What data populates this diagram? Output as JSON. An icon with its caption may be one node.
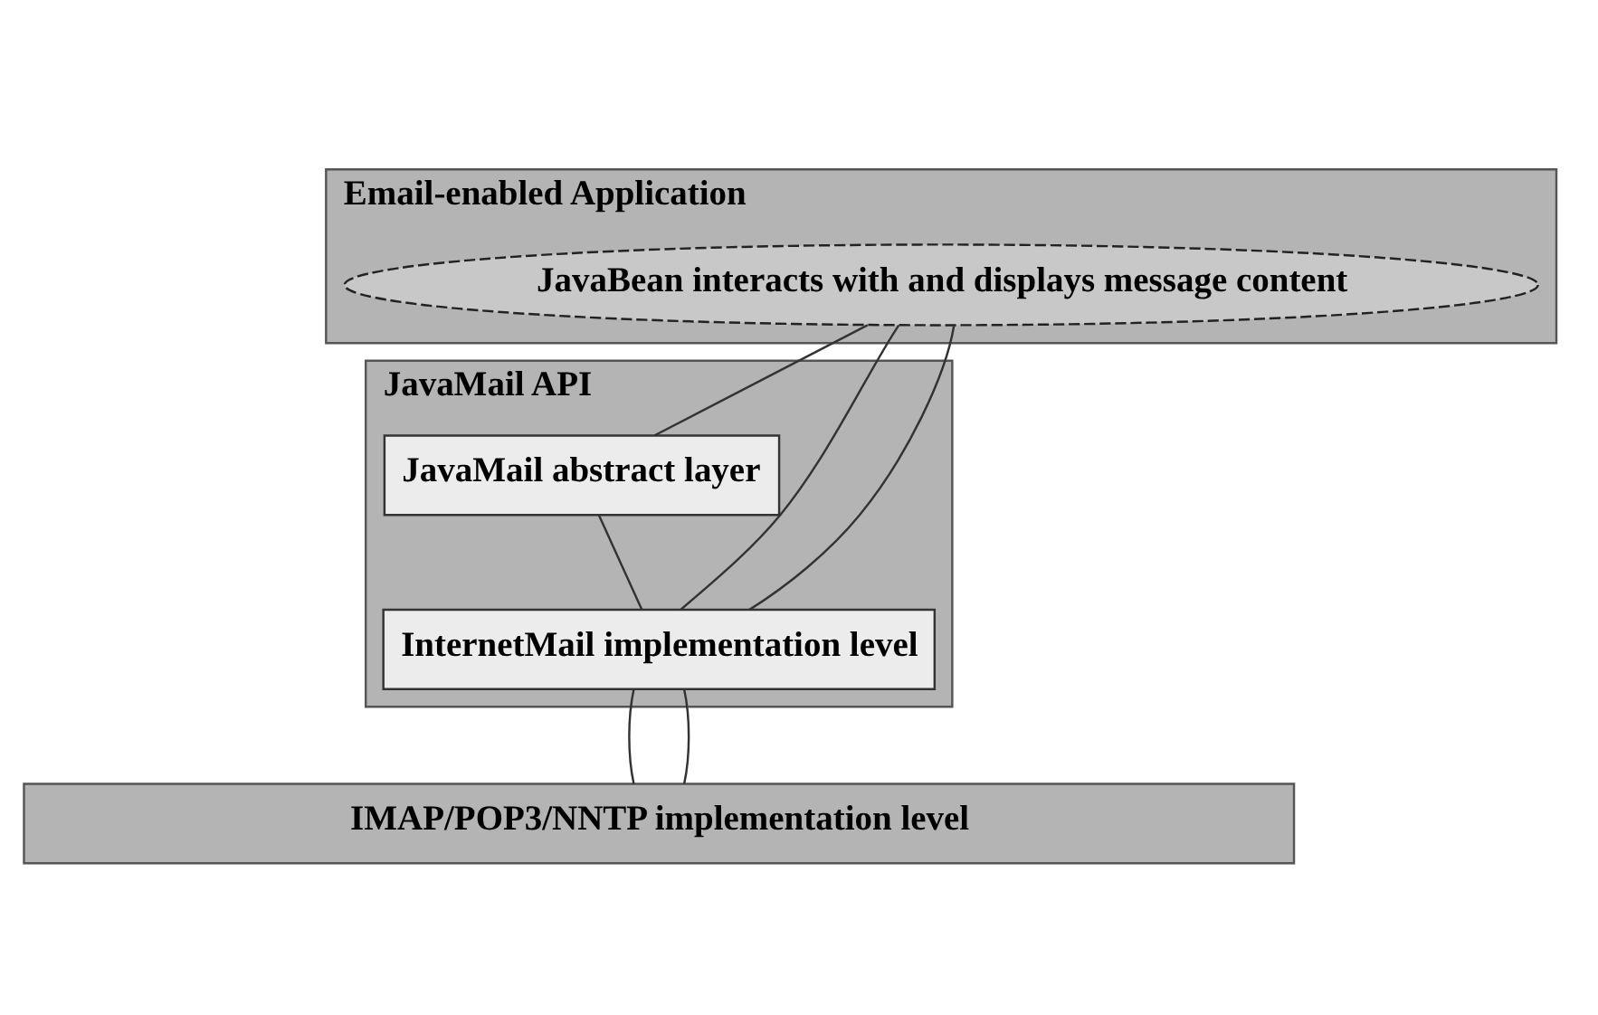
{
  "diagram": {
    "nodes": [
      {
        "text": [
          "Email-enabled Application"
        ]
      },
      {
        "text": [
          "JavaBean interacts with and displays message content"
        ],
        "in": 0
      },
      {
        "text": [
          "JavaMail API"
        ]
      },
      {
        "text": [
          "JavaMail abstract layer"
        ],
        "in": 2
      },
      {
        "text": [
          "InternetMail implementation level"
        ],
        "in": 2
      },
      {
        "text": [
          "IMAP/POP3/NNTP implementation level"
        ]
      }
    ],
    "edges": [
      {
        "from": 1,
        "to": 3,
        "arrow": "none"
      },
      {
        "from": 3,
        "to": 4,
        "arrow": "none"
      },
      {
        "from": 1,
        "to": 4,
        "arrow": "none"
      },
      {
        "from": 1,
        "to": 4,
        "arrow": "none"
      },
      {
        "from": 4,
        "to": 5,
        "arrow": "none"
      },
      {
        "from": 4,
        "to": 5,
        "arrow": "none"
      }
    ]
  }
}
